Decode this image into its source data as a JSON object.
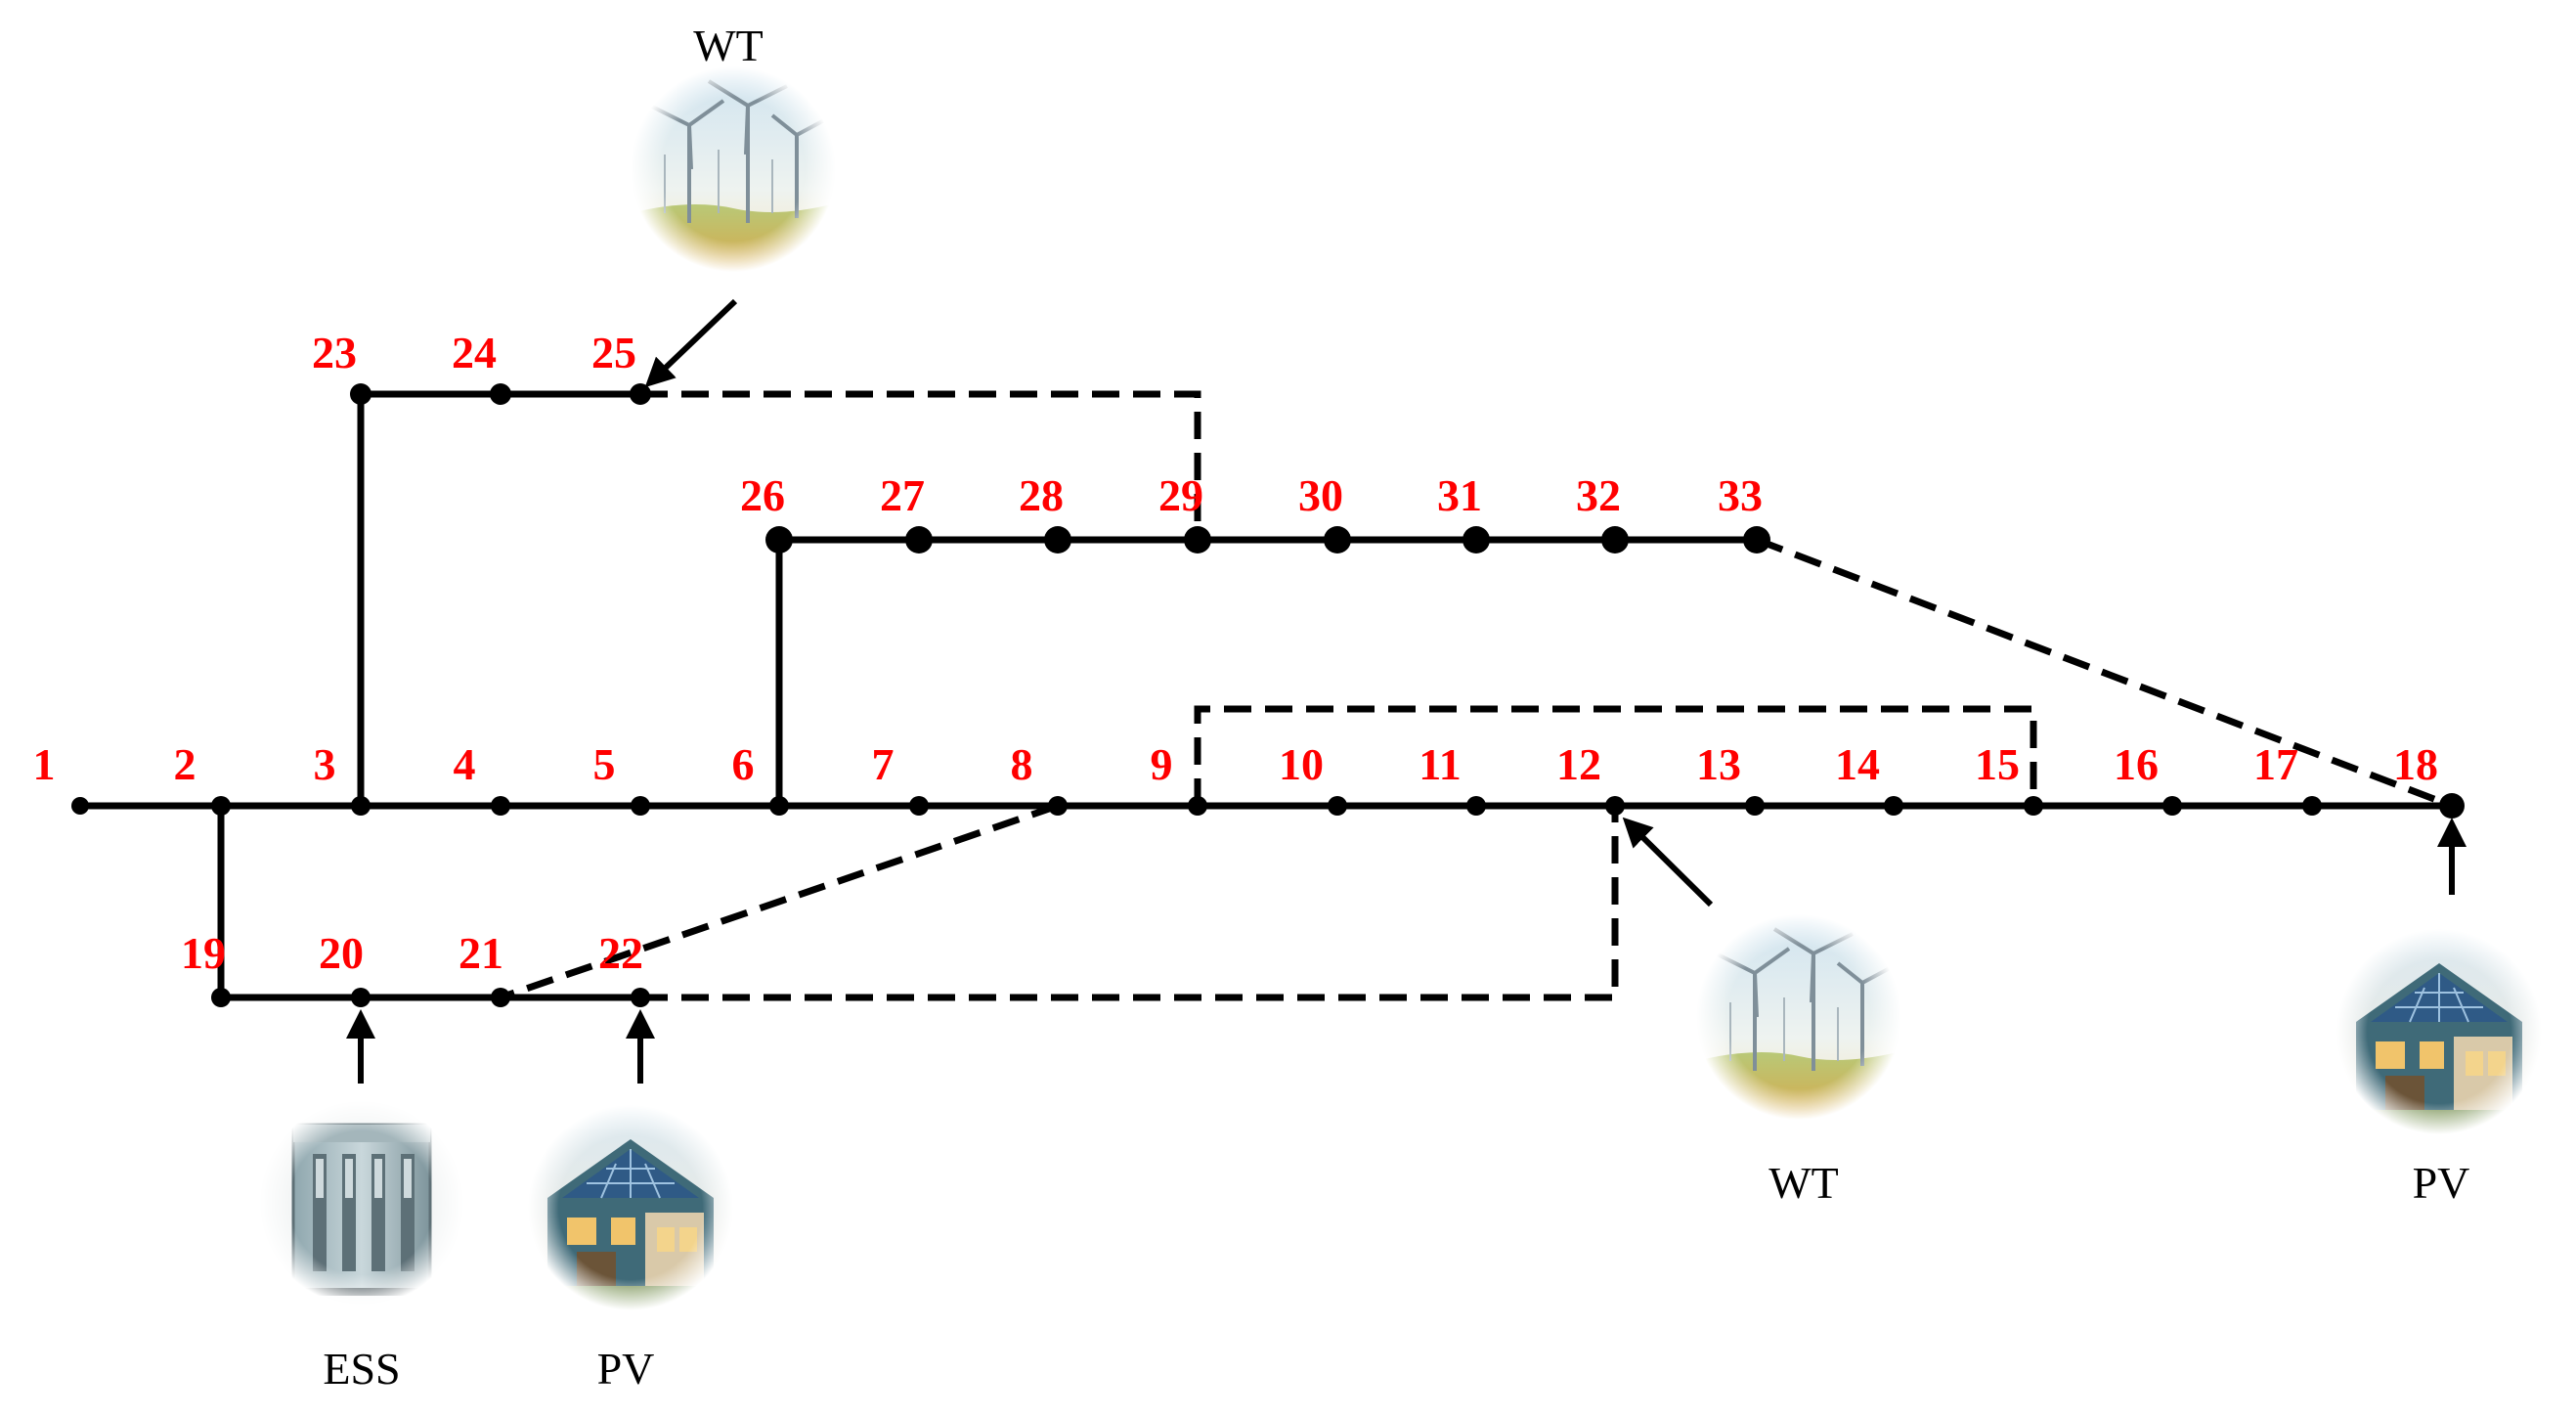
{
  "colors": {
    "line": "#000000",
    "bus_label": "#ff0000",
    "device_label": "#000000"
  },
  "buses": [
    "1",
    "2",
    "3",
    "4",
    "5",
    "6",
    "7",
    "8",
    "9",
    "10",
    "11",
    "12",
    "13",
    "14",
    "15",
    "16",
    "17",
    "18",
    "19",
    "20",
    "21",
    "22",
    "23",
    "24",
    "25",
    "26",
    "27",
    "28",
    "29",
    "30",
    "31",
    "32",
    "33"
  ],
  "devices": [
    {
      "id": "wt-top",
      "label": "WT",
      "type": "wind-turbine",
      "bus": "25"
    },
    {
      "id": "wt-right",
      "label": "WT",
      "type": "wind-turbine",
      "bus": "12"
    },
    {
      "id": "pv-right",
      "label": "PV",
      "type": "solar-house",
      "bus": "18"
    },
    {
      "id": "ess",
      "label": "ESS",
      "type": "battery-storage",
      "bus": "20"
    },
    {
      "id": "pv-bottom",
      "label": "PV",
      "type": "solar-house",
      "bus": "22"
    }
  ],
  "tie_lines": [
    {
      "from": "25",
      "to": "29"
    },
    {
      "from": "33",
      "to": "18"
    },
    {
      "from": "9",
      "to": "15"
    },
    {
      "from": "8",
      "to": "21"
    },
    {
      "from": "22",
      "to": "12"
    }
  ]
}
